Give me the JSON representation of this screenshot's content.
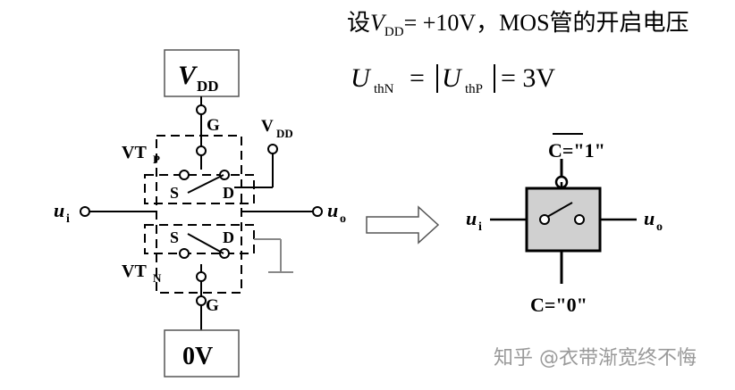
{
  "formula": {
    "line1_prefix": "设",
    "line1_var": "V",
    "line1_var_sub": "DD",
    "line1_rest": "= +10V，MOS管的开启电压",
    "line2_lhs": "U",
    "line2_lhs_sub": "thN",
    "line2_eq": "=",
    "line2_rhs": "U",
    "line2_rhs_sub": "thP",
    "line2_value": "= 3V"
  },
  "left_circuit": {
    "vdd_box_main": "V",
    "vdd_box_sub": "DD",
    "gate_top": "G",
    "vdd_side_main": "V",
    "vdd_side_sub": "DD",
    "vtp_main": "VT",
    "vtp_sub": "P",
    "pmos_source": "S",
    "pmos_drain": "D",
    "input_main": "u",
    "input_sub": "i",
    "output_main": "u",
    "output_sub": "o",
    "nmos_source": "S",
    "nmos_drain": "D",
    "vtn_main": "VT",
    "vtn_sub": "N",
    "gate_bottom": "G",
    "ground_box": "0V"
  },
  "right_symbol": {
    "control_top": "C=\"1\"",
    "control_bottom": "C=\"0\"",
    "input_main": "u",
    "input_sub": "i",
    "output_main": "u",
    "output_sub": "o"
  },
  "watermark": "知乎 @衣带渐宽终不悔"
}
